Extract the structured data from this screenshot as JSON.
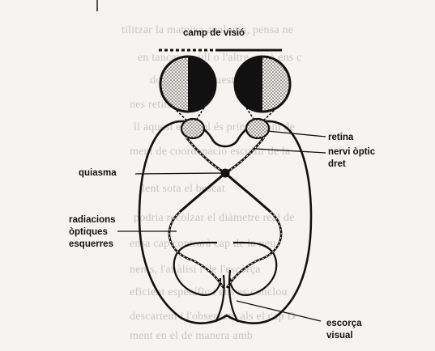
{
  "labels": {
    "field": "camp de visió",
    "retina": "retina",
    "nerve_line1": "nervi òptic",
    "nerve_line2": "dret",
    "chiasm": "quiasma",
    "radiations_line1": "radiacions",
    "radiations_line2": "òptiques",
    "radiations_line3": "esquerres",
    "cortex_line1": "escorça",
    "cortex_line2": "visual"
  },
  "background_text": [
    "tilitzar la mateixa analogia, pensa ne",
    "en tancar un ull o l'altre, això ens c",
    "donada per aquest tipus de vi",
    "nes retinal",
    "ll aquest estímul és primer com de",
    "ment de coordenació escollir de la",
    "lent sota el bescat",
    "podria recolzar el diàmetre real de",
    "ensa cap contrarà cap de la neu",
    "nents, l'anàlisi i de l'escòrça",
    "eficient específic i ens es conclou",
    "descartem i l'observem als el cap D",
    "ment en el de manera amb"
  ],
  "colors": {
    "ink": "#141414",
    "paper": "#f5f4f1",
    "bgtext": "#c8c6c1"
  }
}
